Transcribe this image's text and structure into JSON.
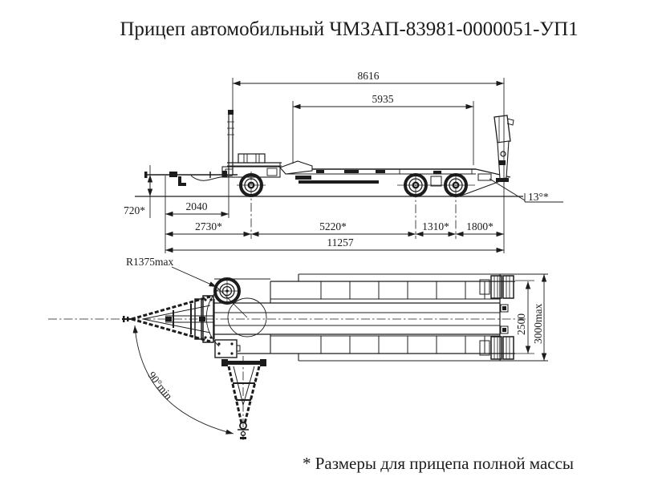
{
  "title": "Прицеп автомобильный ЧМЗАП-83981-0000051-УП1",
  "footnote": "* Размеры для прицепа полной массы",
  "colors": {
    "line": "#1c1c1c",
    "background": "#ffffff"
  },
  "side_view": {
    "name": "side-elevation-view",
    "dims": {
      "platform_length": "8616",
      "cargo_deck_length": "5935",
      "coupling_height": "720*",
      "eye_to_front_board": "2040",
      "eye_to_front_axle": "2730*",
      "front_to_rear_axle": "5220*",
      "rear_bogie_base": "1310*",
      "rear_axle_to_end": "1800*",
      "overall_length": "11257",
      "departure_angle": "13°*"
    }
  },
  "top_view": {
    "name": "plan-view",
    "dims": {
      "swing_radius": "R1375max",
      "platform_width": "2500",
      "overall_width": "3000max",
      "drawbar_swing_angle": "90°min"
    }
  }
}
